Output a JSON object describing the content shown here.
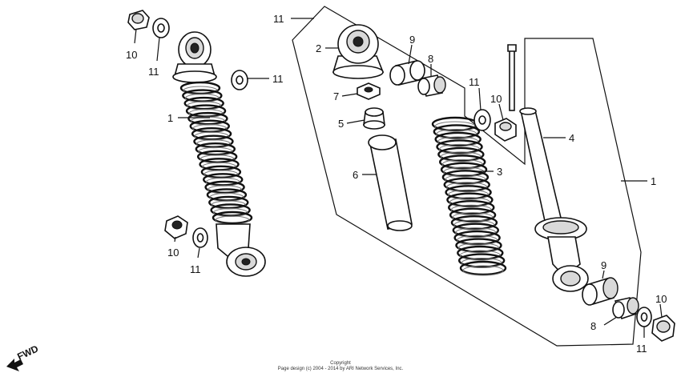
{
  "labels": {
    "l10a": "10",
    "l11a": "11",
    "l11b": "11",
    "l1a": "1",
    "l10b": "10",
    "l11c": "11",
    "l11d": "11",
    "l2": "2",
    "l9a": "9",
    "l8a": "8",
    "l7": "7",
    "l5": "5",
    "l6": "6",
    "l3": "3",
    "l11e": "11",
    "l10c": "10",
    "l4": "4",
    "l1b": "1",
    "l9b": "9",
    "l8b": "8",
    "l10d": "10",
    "l11f": "11"
  },
  "fwd": "FWD",
  "copyright": {
    "line1": "Copyright",
    "line2": "Page design (c) 2004 - 2014 by ARI Network Services, Inc."
  }
}
